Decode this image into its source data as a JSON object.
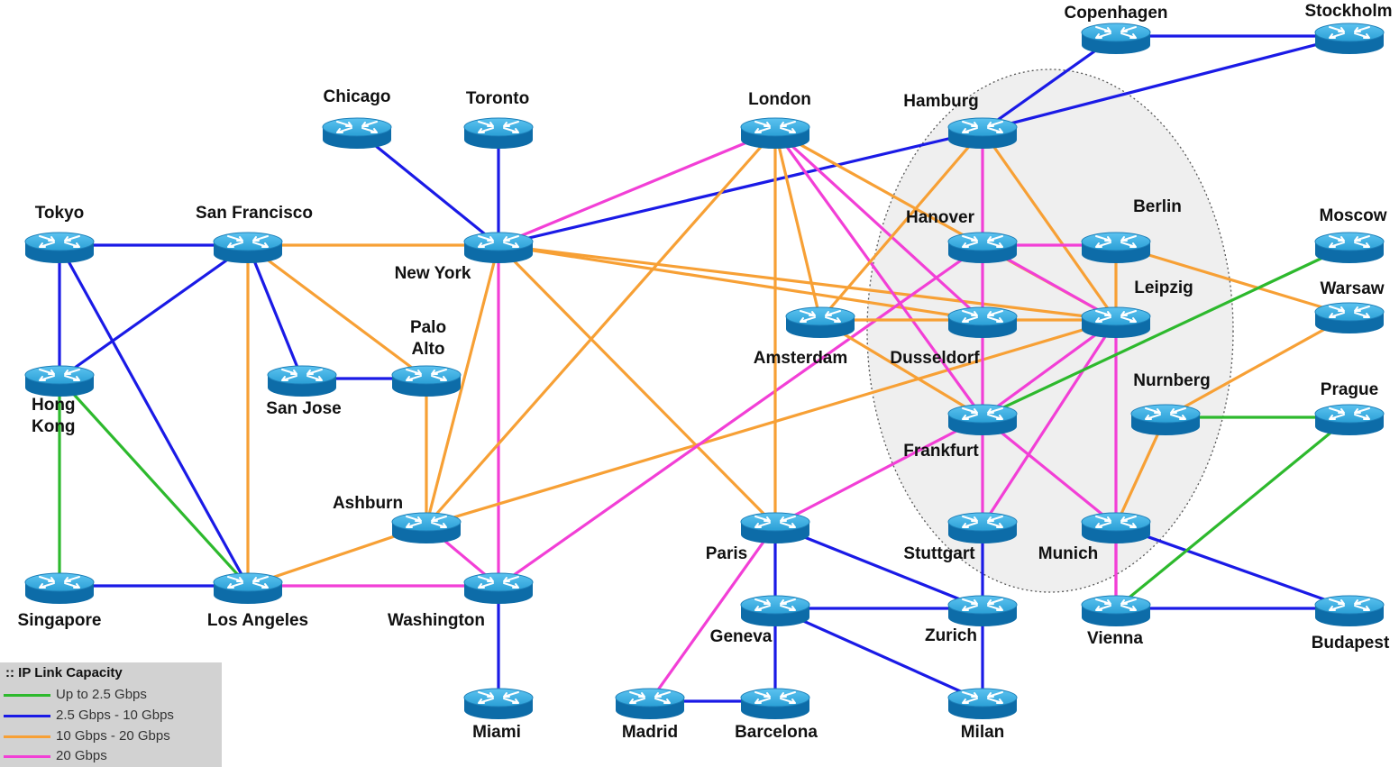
{
  "colors": {
    "up_to_2_5": "#2db92d",
    "g2_5_to_10": "#1a1ae6",
    "g10_to_20": "#f7a035",
    "g20": "#f23fd6",
    "router_top": "#2a9fd6",
    "router_side": "#0d6ca8",
    "router_marks": "#ffffff",
    "region_fill": "#efefef",
    "legend_bg": "#d2d2d2"
  },
  "legend": {
    "title": ":: IP Link Capacity",
    "items": [
      {
        "label": "Up to 2.5 Gbps",
        "color_key": "up_to_2_5"
      },
      {
        "label": "2.5 Gbps - 10 Gbps",
        "color_key": "g2_5_to_10"
      },
      {
        "label": "10 Gbps - 20 Gbps",
        "color_key": "g10_to_20"
      },
      {
        "label": "20 Gbps",
        "color_key": "g20"
      }
    ]
  },
  "nodes": [
    {
      "id": "tokyo",
      "name": "Tokyo"
    },
    {
      "id": "sanfrancisco",
      "name": "San Francisco"
    },
    {
      "id": "hongkong",
      "name": "Hong Kong"
    },
    {
      "id": "singapore",
      "name": "Singapore"
    },
    {
      "id": "losangeles",
      "name": "Los Angeles"
    },
    {
      "id": "sanjose",
      "name": "San Jose"
    },
    {
      "id": "paloalto",
      "name": "Palo Alto"
    },
    {
      "id": "chicago",
      "name": "Chicago"
    },
    {
      "id": "toronto",
      "name": "Toronto"
    },
    {
      "id": "newyork",
      "name": "New York"
    },
    {
      "id": "ashburn",
      "name": "Ashburn"
    },
    {
      "id": "washington",
      "name": "Washington"
    },
    {
      "id": "miami",
      "name": "Miami"
    },
    {
      "id": "london",
      "name": "London"
    },
    {
      "id": "amsterdam",
      "name": "Amsterdam"
    },
    {
      "id": "paris",
      "name": "Paris"
    },
    {
      "id": "geneva",
      "name": "Geneva"
    },
    {
      "id": "madrid",
      "name": "Madrid"
    },
    {
      "id": "barcelona",
      "name": "Barcelona"
    },
    {
      "id": "hamburg",
      "name": "Hamburg"
    },
    {
      "id": "hanover",
      "name": "Hanover"
    },
    {
      "id": "berlin",
      "name": "Berlin"
    },
    {
      "id": "dusseldorf",
      "name": "Dusseldorf"
    },
    {
      "id": "leipzig",
      "name": "Leipzig"
    },
    {
      "id": "frankfurt",
      "name": "Frankfurt"
    },
    {
      "id": "stuttgart",
      "name": "Stuttgart"
    },
    {
      "id": "munich",
      "name": "Munich"
    },
    {
      "id": "zurich",
      "name": "Zurich"
    },
    {
      "id": "milan",
      "name": "Milan"
    },
    {
      "id": "vienna",
      "name": "Vienna"
    },
    {
      "id": "budapest",
      "name": "Budapest"
    },
    {
      "id": "nurnberg",
      "name": "Nurnberg"
    },
    {
      "id": "prague",
      "name": "Prague"
    },
    {
      "id": "warsaw",
      "name": "Warsaw"
    },
    {
      "id": "moscow",
      "name": "Moscow"
    },
    {
      "id": "copenhagen",
      "name": "Copenhagen"
    },
    {
      "id": "stockholm",
      "name": "Stockholm"
    }
  ],
  "links": [
    [
      "tokyo",
      "sanfrancisco",
      "g2_5_to_10"
    ],
    [
      "tokyo",
      "hongkong",
      "g2_5_to_10"
    ],
    [
      "tokyo",
      "losangeles",
      "g2_5_to_10"
    ],
    [
      "sanfrancisco",
      "hongkong",
      "g2_5_to_10"
    ],
    [
      "sanfrancisco",
      "sanjose",
      "g2_5_to_10"
    ],
    [
      "sanjose",
      "paloalto",
      "g2_5_to_10"
    ],
    [
      "hongkong",
      "singapore",
      "up_to_2_5"
    ],
    [
      "hongkong",
      "losangeles",
      "up_to_2_5"
    ],
    [
      "singapore",
      "losangeles",
      "g2_5_to_10"
    ],
    [
      "sanfrancisco",
      "losangeles",
      "g10_to_20"
    ],
    [
      "sanfrancisco",
      "paloalto",
      "g10_to_20"
    ],
    [
      "sanfrancisco",
      "newyork",
      "g10_to_20"
    ],
    [
      "chicago",
      "newyork",
      "g2_5_to_10"
    ],
    [
      "toronto",
      "newyork",
      "g2_5_to_10"
    ],
    [
      "paloalto",
      "ashburn",
      "g10_to_20"
    ],
    [
      "newyork",
      "ashburn",
      "g10_to_20"
    ],
    [
      "newyork",
      "washington",
      "g20"
    ],
    [
      "newyork",
      "london",
      "g20"
    ],
    [
      "newyork",
      "hamburg",
      "g2_5_to_10"
    ],
    [
      "newyork",
      "dusseldorf",
      "g10_to_20"
    ],
    [
      "newyork",
      "leipzig",
      "g10_to_20"
    ],
    [
      "newyork",
      "paris",
      "g10_to_20"
    ],
    [
      "losangeles",
      "ashburn",
      "g10_to_20"
    ],
    [
      "losangeles",
      "washington",
      "g20"
    ],
    [
      "ashburn",
      "washington",
      "g20"
    ],
    [
      "ashburn",
      "london",
      "g10_to_20"
    ],
    [
      "ashburn",
      "leipzig",
      "g10_to_20"
    ],
    [
      "washington",
      "miami",
      "g2_5_to_10"
    ],
    [
      "washington",
      "hanover",
      "g20"
    ],
    [
      "london",
      "amsterdam",
      "g10_to_20"
    ],
    [
      "london",
      "dusseldorf",
      "g20"
    ],
    [
      "london",
      "frankfurt",
      "g20"
    ],
    [
      "london",
      "paris",
      "g10_to_20"
    ],
    [
      "london",
      "leipzig",
      "g10_to_20"
    ],
    [
      "amsterdam",
      "dusseldorf",
      "g10_to_20"
    ],
    [
      "amsterdam",
      "hamburg",
      "g10_to_20"
    ],
    [
      "amsterdam",
      "frankfurt",
      "g10_to_20"
    ],
    [
      "hamburg",
      "hanover",
      "g20"
    ],
    [
      "hamburg",
      "leipzig",
      "g10_to_20"
    ],
    [
      "hamburg",
      "copenhagen",
      "g2_5_to_10"
    ],
    [
      "hamburg",
      "stockholm",
      "g2_5_to_10"
    ],
    [
      "copenhagen",
      "stockholm",
      "g2_5_to_10"
    ],
    [
      "hanover",
      "berlin",
      "g20"
    ],
    [
      "hanover",
      "leipzig",
      "g20"
    ],
    [
      "hanover",
      "dusseldorf",
      "g20"
    ],
    [
      "berlin",
      "leipzig",
      "g10_to_20"
    ],
    [
      "berlin",
      "warsaw",
      "g10_to_20"
    ],
    [
      "dusseldorf",
      "leipzig",
      "g10_to_20"
    ],
    [
      "dusseldorf",
      "frankfurt",
      "g20"
    ],
    [
      "leipzig",
      "frankfurt",
      "g20"
    ],
    [
      "leipzig",
      "stuttgart",
      "g20"
    ],
    [
      "leipzig",
      "vienna",
      "g20"
    ],
    [
      "frankfurt",
      "paris",
      "g20"
    ],
    [
      "frankfurt",
      "stuttgart",
      "g20"
    ],
    [
      "frankfurt",
      "munich",
      "g20"
    ],
    [
      "frankfurt",
      "moscow",
      "up_to_2_5"
    ],
    [
      "paris",
      "geneva",
      "g2_5_to_10"
    ],
    [
      "paris",
      "zurich",
      "g2_5_to_10"
    ],
    [
      "paris",
      "madrid",
      "g20"
    ],
    [
      "geneva",
      "zurich",
      "g2_5_to_10"
    ],
    [
      "geneva",
      "barcelona",
      "g2_5_to_10"
    ],
    [
      "geneva",
      "milan",
      "g2_5_to_10"
    ],
    [
      "madrid",
      "barcelona",
      "g2_5_to_10"
    ],
    [
      "stuttgart",
      "zurich",
      "g2_5_to_10"
    ],
    [
      "zurich",
      "milan",
      "g2_5_to_10"
    ],
    [
      "munich",
      "vienna",
      "g20"
    ],
    [
      "munich",
      "budapest",
      "g2_5_to_10"
    ],
    [
      "vienna",
      "budapest",
      "g2_5_to_10"
    ],
    [
      "vienna",
      "prague",
      "up_to_2_5"
    ],
    [
      "nurnberg",
      "prague",
      "up_to_2_5"
    ],
    [
      "nurnberg",
      "warsaw",
      "g10_to_20"
    ],
    [
      "nurnberg",
      "munich",
      "g10_to_20"
    ]
  ]
}
